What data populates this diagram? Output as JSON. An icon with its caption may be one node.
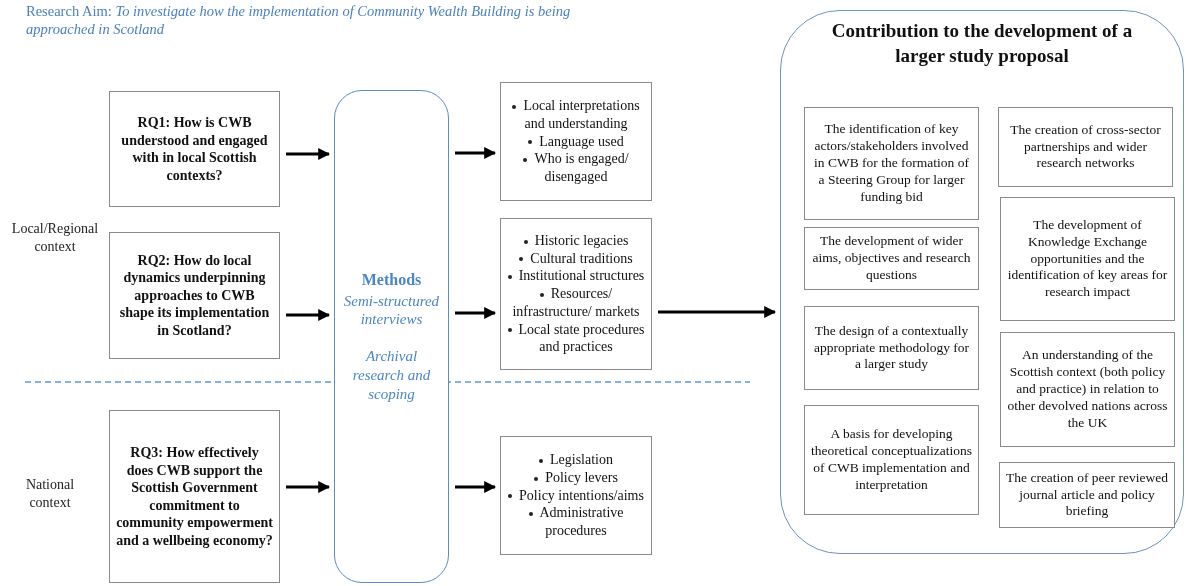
{
  "diagram": {
    "title": "Research Aim: *To investigate how the implementation of Community Wealth Building is being approached in Scotland*",
    "nodes": [
      {
        "text": [
          "RQ1: How is CWB understood and engaged with in local Scottish contexts?"
        ]
      },
      {
        "text": [
          "RQ2: How do local dynamics underpinning approaches to CWB shape its implementation in Scotland?"
        ]
      },
      {
        "text": [
          "RQ3: How effectively does CWB support the Scottish Government commitment to community empowerment and a wellbeing economy?"
        ]
      },
      {
        "text": [
          "Methods",
          "Semi-structured interviews",
          "Archival research and scoping"
        ]
      },
      {
        "text": [
          "Local interpretations and understanding",
          "Language used",
          "Who is engaged/ disengaged"
        ]
      },
      {
        "text": [
          "Historic legacies",
          "Cultural traditions",
          "Institutional structures",
          "Resources/ infrastructure/ markets",
          "Local state procedures and practices"
        ]
      },
      {
        "text": [
          "Legislation",
          "Policy levers",
          "Policy intentions/aims",
          "Administrative procedures"
        ]
      },
      {
        "text": [
          "Contribution to the development of a larger study proposal"
        ]
      },
      {
        "text": [
          "The identification of key actors/stakeholders involved in CWB for the formation of a Steering Group for larger funding bid"
        ],
        "in": 7
      },
      {
        "text": [
          "The development of wider aims, objectives and research questions"
        ],
        "in": 7
      },
      {
        "text": [
          "The design of a contextually appropriate methodology for a larger study"
        ],
        "in": 7
      },
      {
        "text": [
          "A basis for developing theoretical conceptualizations of CWB implementation and interpretation"
        ],
        "in": 7
      },
      {
        "text": [
          "The creation of cross-sector partnerships and wider research networks"
        ],
        "in": 7
      },
      {
        "text": [
          "The development of Knowledge Exchange opportunities and the identification of key areas for research impact"
        ],
        "in": 7
      },
      {
        "text": [
          "An understanding of the Scottish context (both policy and practice) in relation to other devolved nations across the UK"
        ],
        "in": 7
      },
      {
        "text": [
          "The creation of peer reviewed journal article and policy briefing"
        ],
        "in": 7
      }
    ],
    "edges": [
      {
        "from": 0,
        "to": 3,
        "arrow": "to"
      },
      {
        "from": 1,
        "to": 3,
        "arrow": "to"
      },
      {
        "from": 2,
        "to": 3,
        "arrow": "to"
      },
      {
        "from": 3,
        "to": 4,
        "arrow": "to"
      },
      {
        "from": 3,
        "to": 5,
        "arrow": "to"
      },
      {
        "from": 3,
        "to": 6,
        "arrow": "to"
      },
      {
        "from": 5,
        "to": 7,
        "arrow": "to"
      }
    ],
    "labels": [
      "Local/Regional context",
      "National context"
    ]
  }
}
